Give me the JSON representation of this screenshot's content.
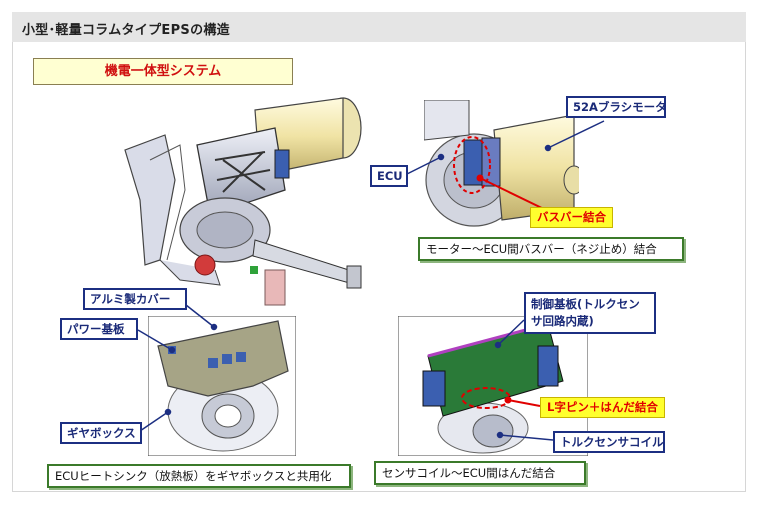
{
  "page_title": "小型･軽量コラムタイプEPSの構造",
  "headline": "機電一体型システム",
  "top_right": {
    "labels": {
      "motor": "52Aブラシモータ",
      "ecu": "ECU",
      "busbar": "バスバー結合"
    },
    "caption": "モーター～ECU間バスバー（ネジ止め）結合"
  },
  "bottom_left": {
    "labels": {
      "cover": "アルミ製カバー",
      "power_board": "パワー基板",
      "gearbox": "ギヤボックス"
    },
    "caption": "ECUヒートシンク（放熱板）をギヤボックスと共用化"
  },
  "bottom_right": {
    "labels": {
      "control_board": "制御基板(トルクセンサ回路内蔵)",
      "l_pin": "L字ピン＋はんだ結合",
      "coil": "トルクセンサコイル"
    },
    "caption": "センサコイル～ECU間はんだ結合"
  },
  "colors": {
    "label_border": "#1c2f82",
    "caption_border": "#3b7a2a",
    "highlight_bg": "#ffff2e",
    "highlight_text": "#e00000",
    "headline_text": "#d01010"
  }
}
